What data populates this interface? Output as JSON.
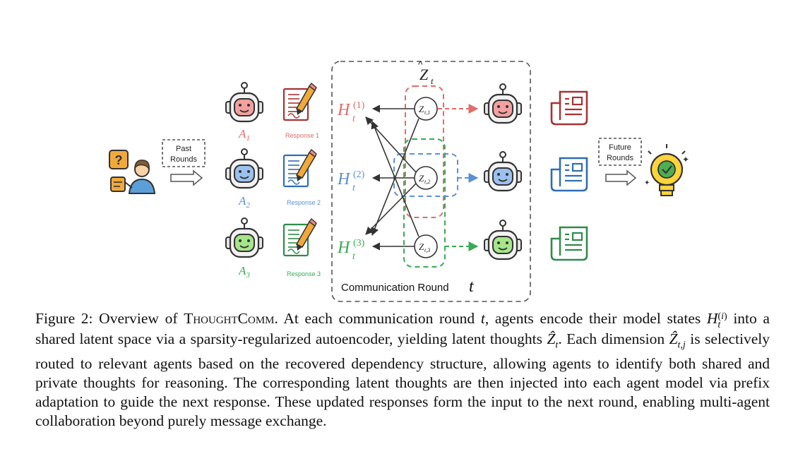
{
  "figure": {
    "agents": [
      {
        "label": "A",
        "sub": "1",
        "response": "Response 1",
        "state_sup": "(1)",
        "latent_sub": "t,1",
        "color": "#e26b6b",
        "face": "#f4a0a0",
        "doc": "#a83232"
      },
      {
        "label": "A",
        "sub": "2",
        "response": "Response 2",
        "state_sup": "(2)",
        "latent_sub": "t,2",
        "color": "#5b8fd8",
        "face": "#9cc0ef",
        "doc": "#2f6db5"
      },
      {
        "label": "A",
        "sub": "3",
        "response": "Response 3",
        "state_sup": "(3)",
        "latent_sub": "t,3",
        "color": "#3aaa55",
        "face": "#a6e58a",
        "doc": "#2e8b4a"
      }
    ],
    "state_symbol": "H",
    "state_sub": "t",
    "latent_symbol": "Z",
    "latent_top_sub": "t",
    "past_rounds": [
      "Past",
      "Rounds"
    ],
    "future_rounds": [
      "Future",
      "Rounds"
    ],
    "round_label": "Communication Round",
    "round_var": "t"
  },
  "caption": {
    "prefix": "Figure 2:   Overview of ",
    "method_name": "ThoughtComm",
    "s1": ". At each communication round ",
    "t": "t",
    "s2": ", agents encode their model states ",
    "s3": " into a shared latent space via a sparsity-regularized autoencoder, yielding latent thoughts ",
    "s4": ". Each dimension ",
    "s5": " is selectively routed to relevant agents based on the recovered dependency structure, allowing agents to identify both shared and private thoughts for reasoning. The corresponding latent thoughts are then injected into each agent model via prefix adaptation to guide the next response. These updated responses form the input to the next round, enabling multi-agent collaboration beyond purely message exchange."
  }
}
